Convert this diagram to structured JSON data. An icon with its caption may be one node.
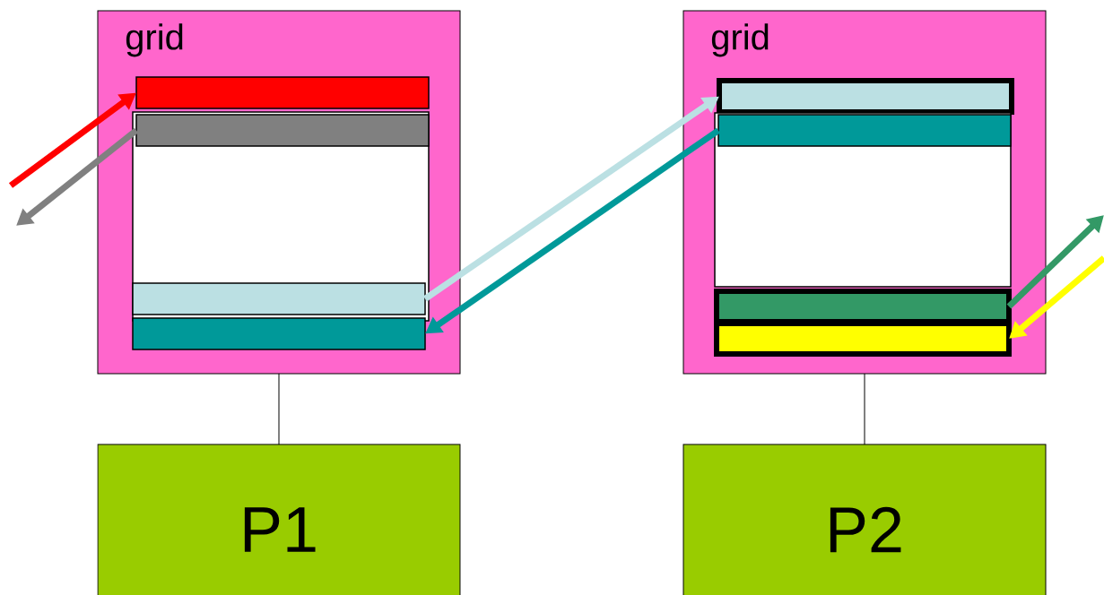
{
  "diagram": {
    "nodes": [
      {
        "text": [
          "grid"
        ]
      },
      {
        "text": [],
        "shape": "bar",
        "in": 0
      },
      {
        "text": [],
        "shape": "box",
        "in": 0
      },
      {
        "text": [],
        "shape": "bar",
        "in": 2
      },
      {
        "text": [],
        "shape": "bar",
        "in": 2
      },
      {
        "text": [],
        "shape": "bar",
        "in": 0
      },
      {
        "text": [
          "grid"
        ]
      },
      {
        "text": [],
        "shape": "bar",
        "in": 6
      },
      {
        "text": [],
        "shape": "box",
        "in": 6
      },
      {
        "text": [],
        "shape": "bar",
        "in": 8
      },
      {
        "text": [],
        "shape": "bar",
        "in": 6
      },
      {
        "text": [],
        "shape": "bar",
        "in": 6
      },
      {
        "text": [
          "P1"
        ]
      },
      {
        "text": [
          "P2"
        ]
      }
    ],
    "edges": [
      {
        "from": null,
        "to": 1,
        "arrow": "to",
        "color": "#ff0000"
      },
      {
        "from": 3,
        "to": null,
        "arrow": "to",
        "color": "#808080"
      },
      {
        "from": 4,
        "to": 7,
        "arrow": "to",
        "color": "#bbe0e3"
      },
      {
        "from": 9,
        "to": 5,
        "arrow": "to",
        "color": "#009999"
      },
      {
        "from": 10,
        "to": null,
        "arrow": "to",
        "color": "#339966"
      },
      {
        "from": null,
        "to": 11,
        "arrow": "to",
        "color": "#ffff00"
      },
      {
        "from": 0,
        "to": 12,
        "arrow": "none"
      },
      {
        "from": 6,
        "to": 13,
        "arrow": "none"
      }
    ]
  }
}
